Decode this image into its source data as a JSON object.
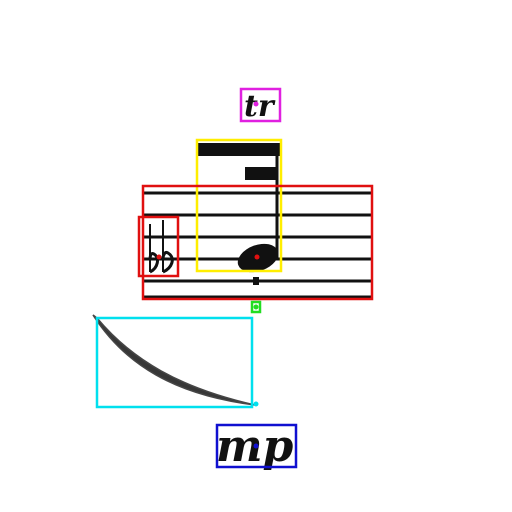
{
  "notation": {
    "trill_text": "tr",
    "dynamic_text": "mp",
    "accidental_text": "𝄫"
  },
  "boxes": [
    {
      "label": "trill",
      "color": "#e020e0"
    },
    {
      "label": "note-with-flags",
      "color": "#ffee00"
    },
    {
      "label": "staff",
      "color": "#e01010"
    },
    {
      "label": "double-flat",
      "color": "#e01010"
    },
    {
      "label": "staccato-dot",
      "color": "#22dd22"
    },
    {
      "label": "slur",
      "color": "#00e0ee"
    },
    {
      "label": "dynamic",
      "color": "#1010d0"
    }
  ],
  "colors": {
    "ink": "#111111",
    "point_marker": "#e01010"
  }
}
